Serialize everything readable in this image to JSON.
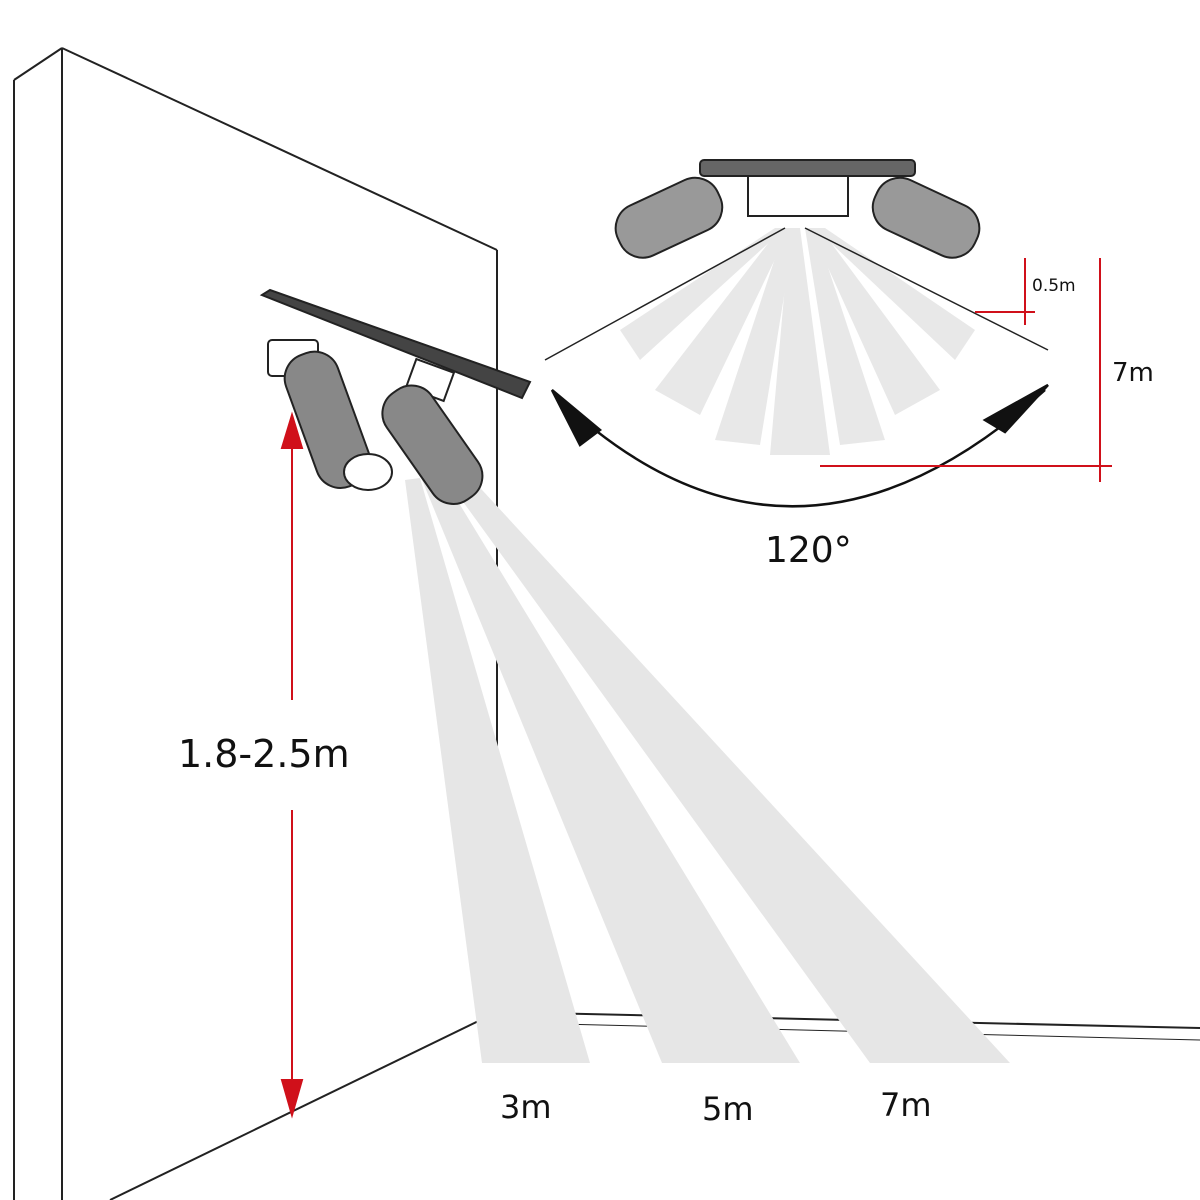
{
  "labels": {
    "offset": "0.5m",
    "depth": "7m",
    "angle": "120°",
    "height": "1.8-2.5m",
    "distance_3": "3m",
    "distance_5": "5m",
    "distance_7": "7m"
  },
  "colors": {
    "dimension_line": "#d0101a",
    "beam": "#e6e6e6",
    "outline": "#222222"
  }
}
